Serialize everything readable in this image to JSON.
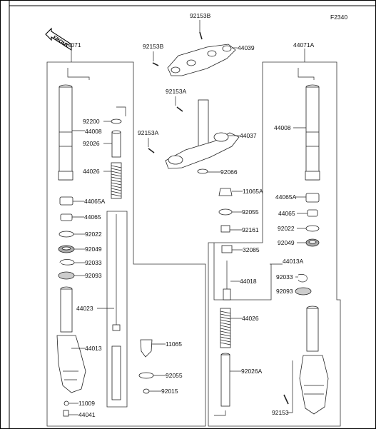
{
  "figure_code": "F2340",
  "front_label": "FRONT",
  "labels": {
    "p44071": "44071",
    "p44071A": "44071A",
    "p92153B_top": "92153B",
    "p92153B_left": "92153B",
    "p44039": "44039",
    "p92153A_mid": "92153A",
    "p92153A_left": "92153A",
    "p44037": "44037",
    "p92066": "92066",
    "p92200": "92200",
    "p44008_left": "44008",
    "p92026": "92026",
    "p44026_left": "44026",
    "p44065A_left": "44065A",
    "p44065_left": "44065",
    "p92022_left": "92022",
    "p92049_left": "92049",
    "p92033_left": "92033",
    "p92093_left": "92093",
    "p44023": "44023",
    "p44013": "44013",
    "p11009": "11009",
    "p44041": "44041",
    "p11065_mid": "11065",
    "p92055_mid": "92055",
    "p92015": "92015",
    "p11065A": "11065A",
    "p92055_right": "92055",
    "p92161": "92161",
    "p32085": "32085",
    "p44018": "44018",
    "p44026_right": "44026",
    "p92026A": "92026A",
    "p44008_right": "44008",
    "p44065A_right": "44065A",
    "p44065_right": "44065",
    "p92022_right": "92022",
    "p92049_right": "92049",
    "p44013A": "44013A",
    "p92033_right": "92033",
    "p92093_right": "92093",
    "p92153": "92153"
  }
}
